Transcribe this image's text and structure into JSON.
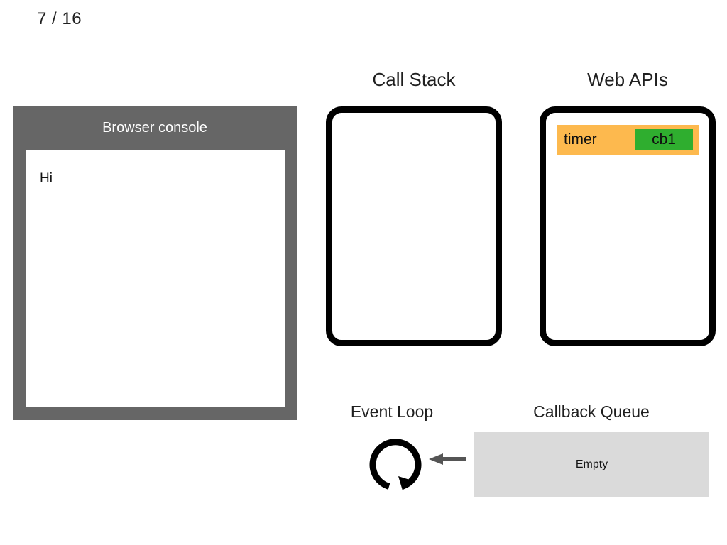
{
  "slide": {
    "counter": "7 / 16",
    "current": 7,
    "total": 16
  },
  "console": {
    "title": "Browser console",
    "lines": [
      "Hi"
    ]
  },
  "call_stack": {
    "title": "Call Stack",
    "frames": []
  },
  "web_apis": {
    "title": "Web APIs",
    "entries": [
      {
        "label": "timer",
        "callback": "cb1"
      }
    ]
  },
  "event_loop": {
    "title": "Event Loop",
    "loop_icon": "circular-arrow-icon",
    "arrow_icon": "arrow-left-icon"
  },
  "callback_queue": {
    "title": "Callback Queue",
    "status": "Empty",
    "items": []
  },
  "colors": {
    "console_frame": "#666666",
    "console_screen": "#ffffff",
    "box_border": "#000000",
    "web_api_entry": "#fdb94e",
    "callback_block": "#2fae2f",
    "queue_box": "#dadada",
    "arrow": "#555555",
    "background": "#ffffff"
  }
}
